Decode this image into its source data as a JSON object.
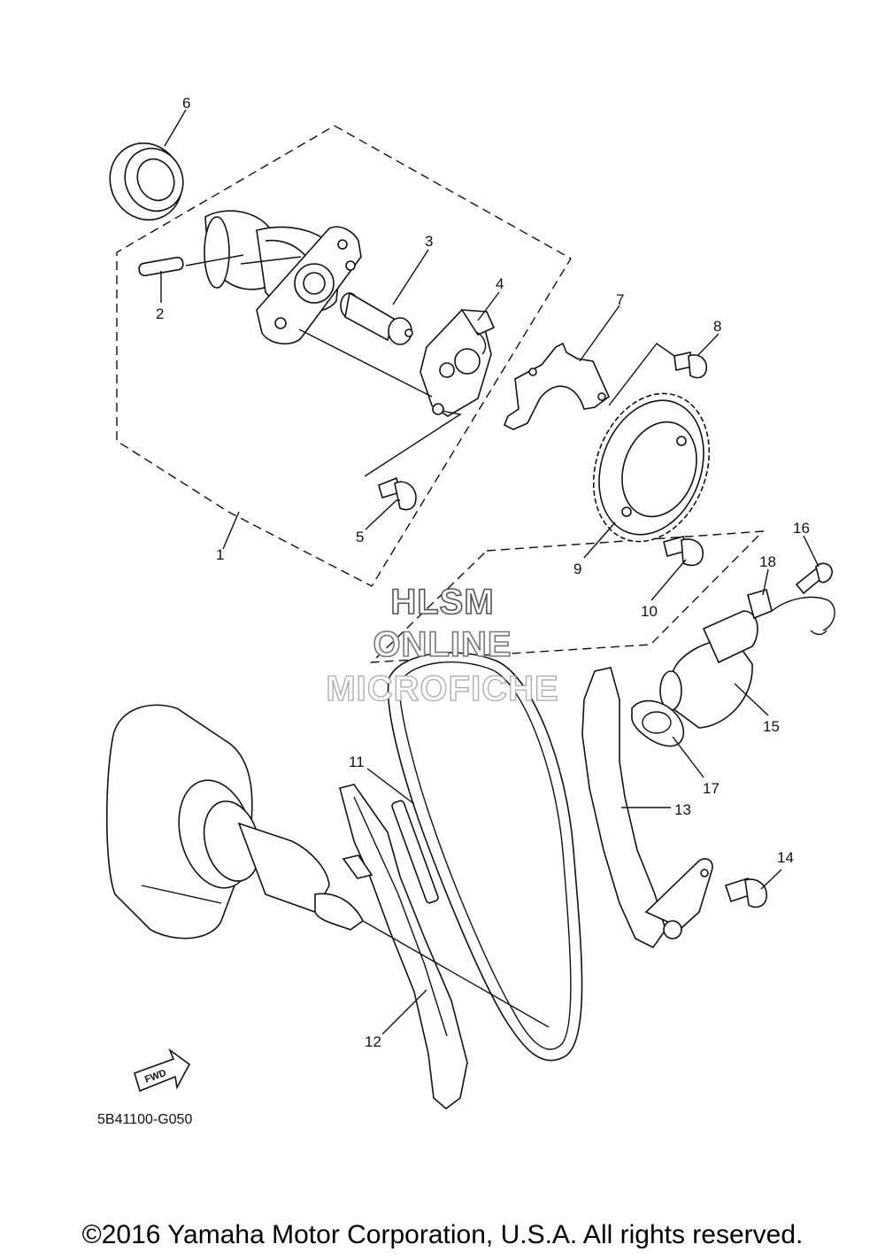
{
  "callouts": [
    {
      "num": "1"
    },
    {
      "num": "2"
    },
    {
      "num": "3"
    },
    {
      "num": "4"
    },
    {
      "num": "5"
    },
    {
      "num": "6"
    },
    {
      "num": "7"
    },
    {
      "num": "8"
    },
    {
      "num": "9"
    },
    {
      "num": "10"
    },
    {
      "num": "11"
    },
    {
      "num": "12"
    },
    {
      "num": "13"
    },
    {
      "num": "14"
    },
    {
      "num": "15"
    },
    {
      "num": "16"
    },
    {
      "num": "17"
    },
    {
      "num": "18"
    }
  ],
  "watermark": {
    "line1": "HLSM",
    "line2": "ONLINE",
    "line3": "MICROFICHE"
  },
  "fwd_label": "FWD",
  "diagram_code": "5B41100-G050",
  "copyright": "©2016 Yamaha Motor Corporation, U.S.A. All rights reserved."
}
